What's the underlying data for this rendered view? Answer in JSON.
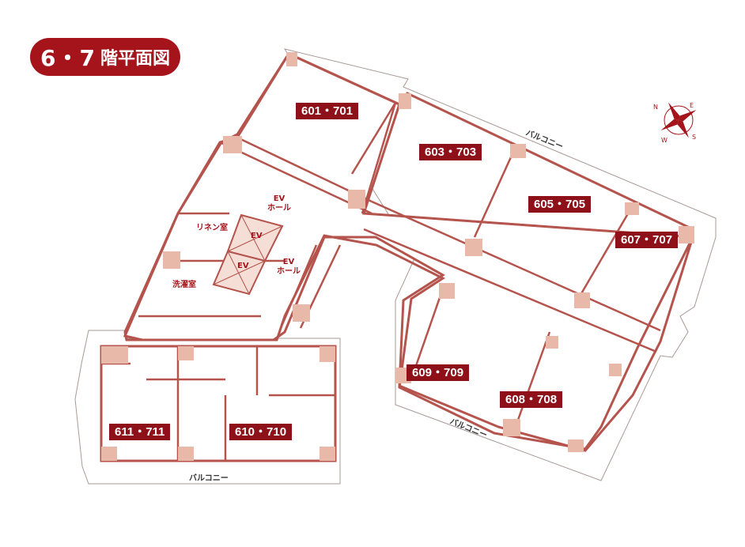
{
  "title": {
    "floors": "6・7",
    "text": "階平面図"
  },
  "units": [
    "601・701",
    "603・703",
    "605・705",
    "607・707",
    "609・709",
    "608・708",
    "611・711",
    "610・710"
  ],
  "labels": {
    "ev_hall": "EV\nホール",
    "linen": "リネン室",
    "laundry": "洗濯室",
    "ev": "EV",
    "balcony": "バルコニー"
  },
  "compass": [
    "N",
    "E",
    "S",
    "W"
  ],
  "colors": {
    "brand": "#a5141a",
    "wall": "#b5534d",
    "fill": "#e8b9a8",
    "outline": "#a89a96"
  }
}
